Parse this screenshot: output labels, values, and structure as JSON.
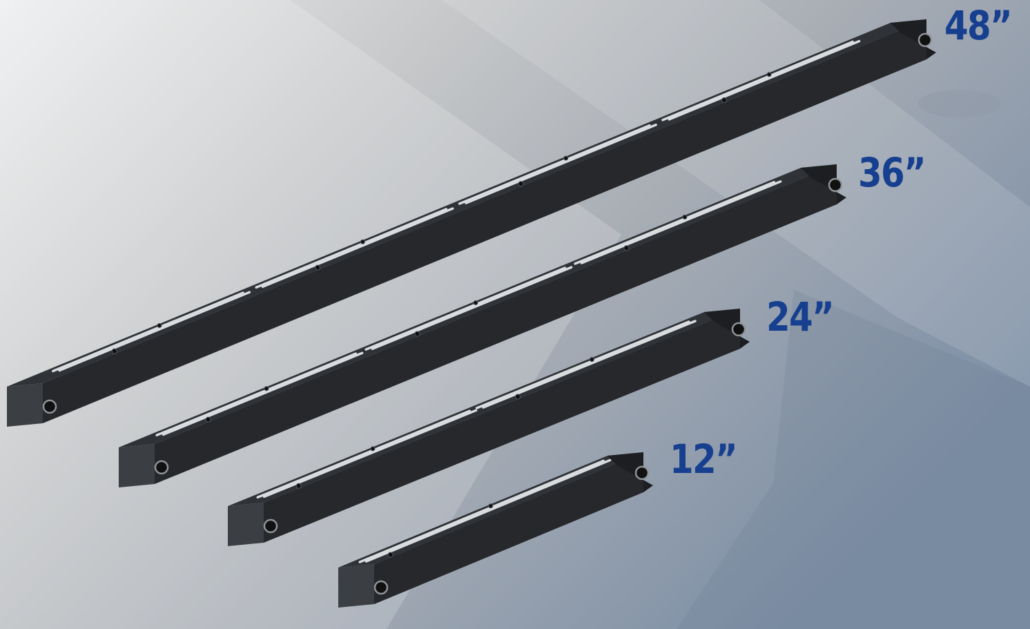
{
  "labels": {
    "bar_48": "48”",
    "bar_36": "36”",
    "bar_24": "24”",
    "bar_12": "12”"
  },
  "colors": {
    "label_blue": "#173f8f",
    "bar_top": "#2f3236",
    "bar_side": "#26282b",
    "bar_end": "#3b3e42",
    "slot_silver": "#d9dcdf"
  },
  "bars": [
    {
      "name": "bar-48",
      "length_in": 48,
      "slot_segments": 4
    },
    {
      "name": "bar-36",
      "length_in": 36,
      "slot_segments": 3
    },
    {
      "name": "bar-24",
      "length_in": 24,
      "slot_segments": 2
    },
    {
      "name": "bar-12",
      "length_in": 12,
      "slot_segments": 1
    }
  ]
}
